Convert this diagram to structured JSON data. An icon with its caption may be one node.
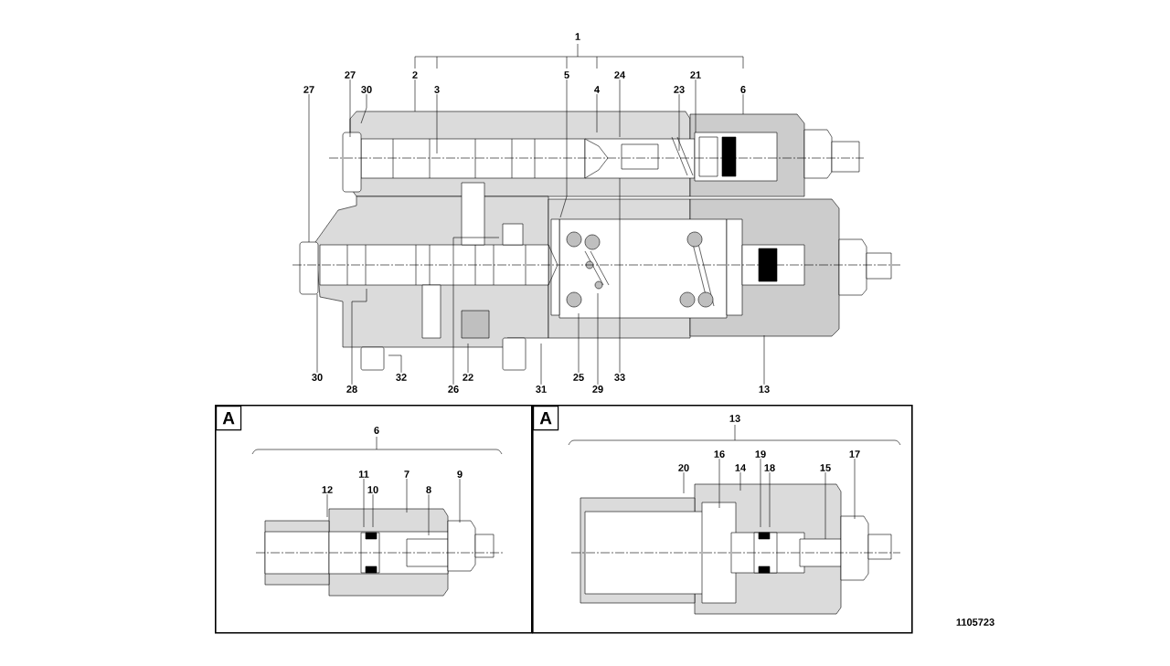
{
  "diagram": {
    "nodes": [
      {
        "text": [
          "1"
        ]
      },
      {
        "text": [
          "27"
        ]
      },
      {
        "text": [
          "2"
        ]
      },
      {
        "text": [
          "5"
        ]
      },
      {
        "text": [
          "24"
        ]
      },
      {
        "text": [
          "21"
        ]
      },
      {
        "text": [
          "27"
        ]
      },
      {
        "text": [
          "30"
        ]
      },
      {
        "text": [
          "3"
        ]
      },
      {
        "text": [
          "4"
        ]
      },
      {
        "text": [
          "23"
        ]
      },
      {
        "text": [
          "6"
        ]
      },
      {
        "text": [
          "30"
        ]
      },
      {
        "text": [
          "32"
        ]
      },
      {
        "text": [
          "22"
        ]
      },
      {
        "text": [
          "25"
        ]
      },
      {
        "text": [
          "33"
        ]
      },
      {
        "text": [
          "28"
        ]
      },
      {
        "text": [
          "26"
        ]
      },
      {
        "text": [
          "31"
        ]
      },
      {
        "text": [
          "29"
        ]
      },
      {
        "text": [
          "13"
        ]
      },
      {
        "text": [
          "A"
        ]
      },
      {
        "text": [
          "6"
        ],
        "in": 22
      },
      {
        "text": [
          "11"
        ],
        "in": 22
      },
      {
        "text": [
          "7"
        ],
        "in": 22
      },
      {
        "text": [
          "9"
        ],
        "in": 22
      },
      {
        "text": [
          "12"
        ],
        "in": 22
      },
      {
        "text": [
          "10"
        ],
        "in": 22
      },
      {
        "text": [
          "8"
        ],
        "in": 22
      },
      {
        "text": [
          "A"
        ]
      },
      {
        "text": [
          "13"
        ],
        "in": 30
      },
      {
        "text": [
          "16"
        ],
        "in": 30
      },
      {
        "text": [
          "19"
        ],
        "in": 30
      },
      {
        "text": [
          "17"
        ],
        "in": 30
      },
      {
        "text": [
          "20"
        ],
        "in": 30
      },
      {
        "text": [
          "14"
        ],
        "in": 30
      },
      {
        "text": [
          "18"
        ],
        "in": 30
      },
      {
        "text": [
          "15"
        ],
        "in": 30
      }
    ],
    "edges": [
      {
        "from": 1,
        "to": null,
        "arrow": "none"
      },
      {
        "from": 2,
        "to": null,
        "arrow": "none"
      },
      {
        "from": 3,
        "to": null,
        "arrow": "none"
      },
      {
        "from": 4,
        "to": null,
        "arrow": "none"
      },
      {
        "from": 5,
        "to": null,
        "arrow": "none"
      },
      {
        "from": 6,
        "to": null,
        "arrow": "none"
      },
      {
        "from": 7,
        "to": null,
        "arrow": "none"
      },
      {
        "from": 8,
        "to": null,
        "arrow": "none"
      },
      {
        "from": 9,
        "to": null,
        "arrow": "none"
      },
      {
        "from": 10,
        "to": null,
        "arrow": "none"
      },
      {
        "from": 11,
        "to": null,
        "arrow": "none"
      },
      {
        "from": 12,
        "to": null,
        "arrow": "none"
      },
      {
        "from": 13,
        "to": null,
        "arrow": "none"
      },
      {
        "from": 14,
        "to": null,
        "arrow": "none"
      },
      {
        "from": 15,
        "to": null,
        "arrow": "none"
      },
      {
        "from": 16,
        "to": null,
        "arrow": "none"
      },
      {
        "from": 17,
        "to": null,
        "arrow": "none"
      },
      {
        "from": 18,
        "to": null,
        "arrow": "none"
      },
      {
        "from": 19,
        "to": null,
        "arrow": "none"
      },
      {
        "from": 20,
        "to": null,
        "arrow": "none"
      },
      {
        "from": 21,
        "to": null,
        "arrow": "none"
      },
      {
        "from": 24,
        "to": null,
        "arrow": "none"
      },
      {
        "from": 25,
        "to": null,
        "arrow": "none"
      },
      {
        "from": 26,
        "to": null,
        "arrow": "none"
      },
      {
        "from": 27,
        "to": null,
        "arrow": "none"
      },
      {
        "from": 28,
        "to": null,
        "arrow": "none"
      },
      {
        "from": 29,
        "to": null,
        "arrow": "none"
      },
      {
        "from": 32,
        "to": null,
        "arrow": "none"
      },
      {
        "from": 33,
        "to": null,
        "arrow": "none"
      },
      {
        "from": 34,
        "to": null,
        "arrow": "none"
      },
      {
        "from": 35,
        "to": null,
        "arrow": "none"
      },
      {
        "from": 36,
        "to": null,
        "arrow": "none"
      },
      {
        "from": 37,
        "to": null,
        "arrow": "none"
      },
      {
        "from": 38,
        "to": null,
        "arrow": "none"
      }
    ],
    "labels": [
      "1105723"
    ]
  }
}
